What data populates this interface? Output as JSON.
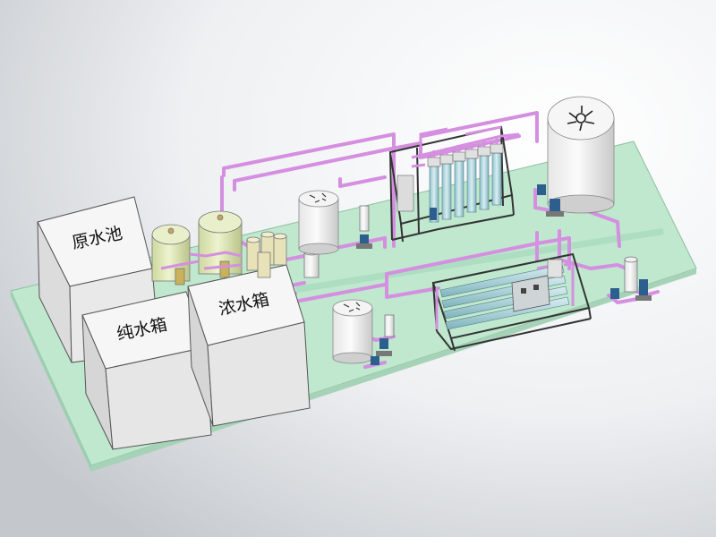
{
  "tanks": {
    "raw_water_pool": "原水池",
    "pure_water_tank": "纯水箱",
    "concentrate_tank": "浓水箱"
  },
  "colors": {
    "background_light": "#ffffff",
    "background_shadow": "#c9cdd2",
    "platform": "#bfe8cf",
    "platform_edge": "#8dbf9f",
    "pipe": "#d58fe0",
    "pipe_dark": "#9c5aa8",
    "tank_white": "#f3f3f3",
    "tank_side": "#cfd1d3",
    "filter_green": "#dfe8b4",
    "membrane_blue": "#a8d4dc",
    "frame": "#3a3a3a",
    "pump_blue": "#2d5f8e"
  }
}
